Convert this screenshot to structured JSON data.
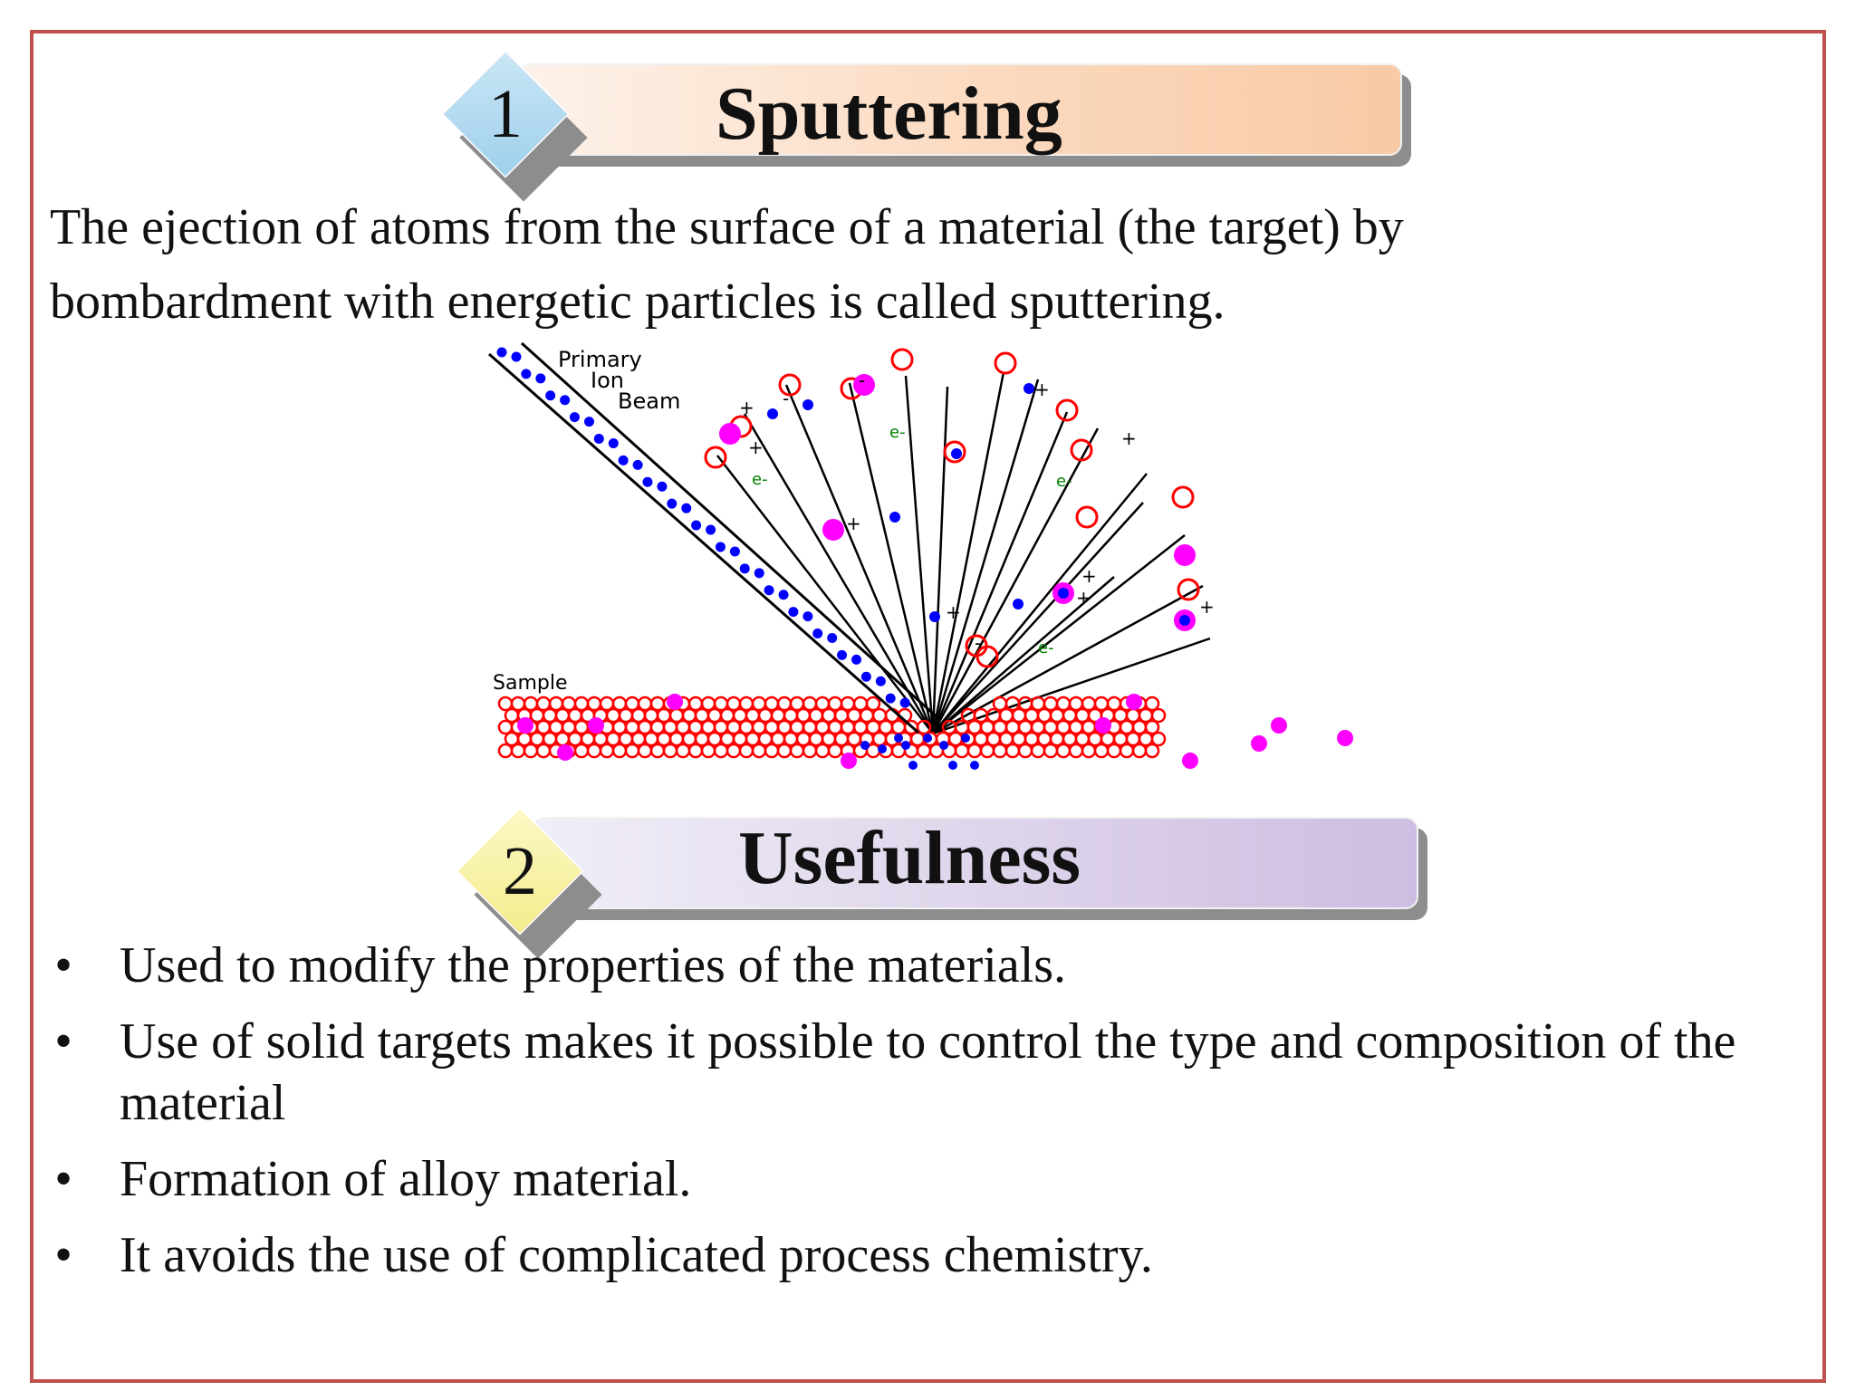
{
  "sections": [
    {
      "number": "1",
      "title": "Sputtering"
    },
    {
      "number": "2",
      "title": "Usefulness"
    }
  ],
  "definition": "The ejection of atoms from the surface of a material (the target) by bombardment with energetic particles is called sputtering.",
  "diagram": {
    "beam_label": [
      "Primary",
      "Ion",
      "Beam"
    ],
    "sample_label": "Sample",
    "electron_label": "e-",
    "charge_plus": "+",
    "charge_minus": "-",
    "colors": {
      "substrate_atom": "#ff0000",
      "dopant_atom": "#ff00ff",
      "ion": "#0000ff",
      "electron_label": "#008000",
      "trajectory": "#000000"
    }
  },
  "uses": {
    "bullet": "•",
    "items": [
      "Used to modify the properties of the materials.",
      "Use of solid targets makes it possible to control the type and composition of the material",
      "Formation of alloy material.",
      "It avoids the use of complicated process chemistry."
    ]
  },
  "theme": {
    "frame_border": "#c0504d",
    "banner_1": "#fbd9be",
    "banner_2": "#ddd3ea",
    "diamond_1": "#bde0f3",
    "diamond_2": "#f7f2a8"
  }
}
